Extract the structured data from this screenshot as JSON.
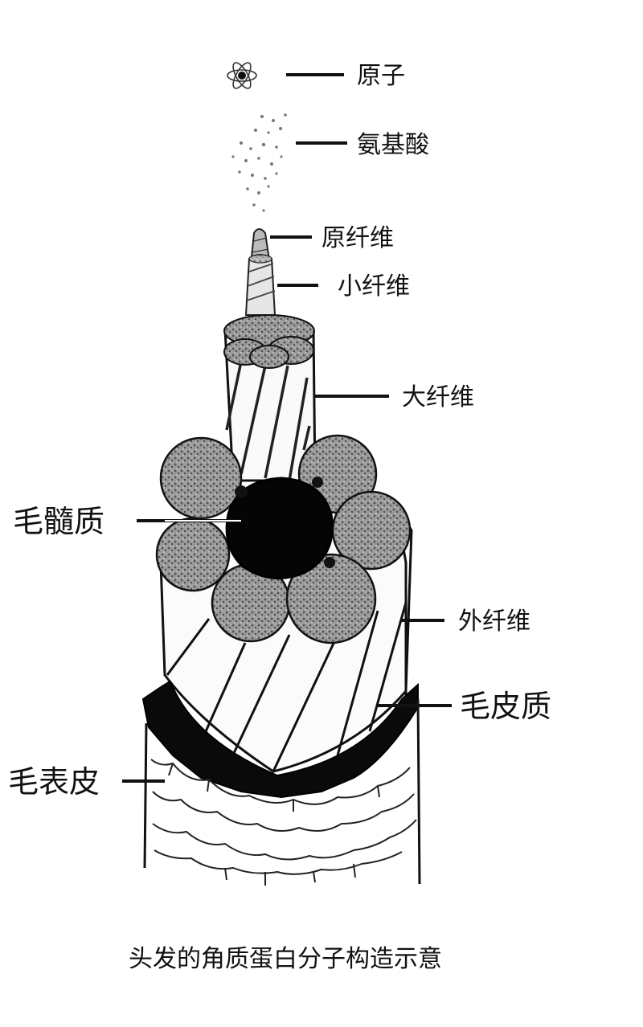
{
  "labels": {
    "atom": "原子",
    "amino_acid": "氨基酸",
    "protofibril": "原纤维",
    "microfibril": "小纤维",
    "macrofibril": "大纤维",
    "medulla": "毛髓质",
    "outer_fiber": "外纤维",
    "cortex": "毛皮质",
    "cuticle": "毛表皮"
  },
  "caption": "头发的角质蛋白分子构造示意"
}
